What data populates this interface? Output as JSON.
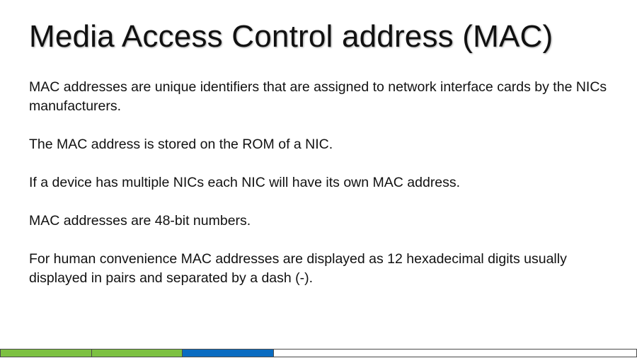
{
  "slide": {
    "title": "Media Access Control address (MAC)",
    "paragraphs": [
      "MAC addresses are unique identifiers that are assigned to network interface cards by the NICs manufacturers.",
      "The MAC address is stored on the ROM of a NIC.",
      "If a device has multiple NICs each NIC will have its own MAC address.",
      "MAC addresses are 48-bit numbers.",
      "For human convenience MAC addresses are displayed as 12 hexadecimal digits usually displayed in pairs and separated by a dash (-)."
    ]
  },
  "footer_bar": {
    "colors": [
      "#7dc142",
      "#7dc142",
      "#0a6cc1",
      "#ffffff"
    ]
  }
}
